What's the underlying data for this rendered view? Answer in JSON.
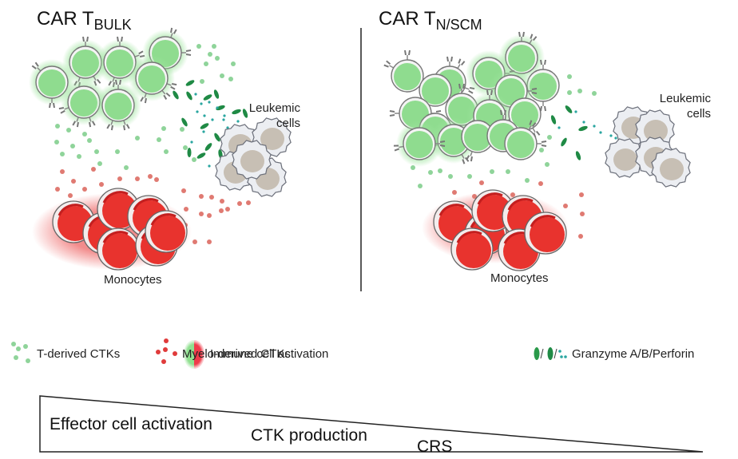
{
  "panels": [
    {
      "id": "bulk",
      "title_main": "CAR T",
      "title_sub": "BULK",
      "leukemic_label_line1": "Leukemic",
      "leukemic_label_line2": "cells",
      "monocytes_label": "Monocytes"
    },
    {
      "id": "nscm",
      "title_main": "CAR T",
      "title_sub": "N/SCM",
      "leukemic_label_line1": "Leukemic",
      "leukemic_label_line2": "cells",
      "monocytes_label": "Monocytes"
    }
  ],
  "legend": {
    "items": [
      {
        "icon": "t-derived-ctk-dots-icon",
        "label": "T-derived CTKs"
      },
      {
        "icon": "myelo-derived-ctk-dots-icon",
        "label": "Myelo-derived CTKs"
      },
      {
        "icon": "immune-activation-half-circle-icon",
        "label": "Immune cell activation"
      },
      {
        "icon": "granzyme-perforin-icon",
        "label": "Granzyme A/B/Perforin"
      }
    ]
  },
  "wedge": {
    "labels": [
      "Effector cell activation",
      "CTK production",
      "CRS"
    ]
  },
  "colors": {
    "tcell_fill": "#8fdc8f",
    "tcell_glow": "#a8e6a8",
    "monocyte_fill": "#e8332e",
    "monocyte_glow": "#f08a8a",
    "t_ctk": "#8fd49a",
    "myelo_ctk": "#e07a72",
    "granzyme": "#1f8a45",
    "perforin": "#2aa6a0",
    "leukemic_fill": "#eceef2",
    "leukemic_nucleus": "#c7bfb4"
  }
}
